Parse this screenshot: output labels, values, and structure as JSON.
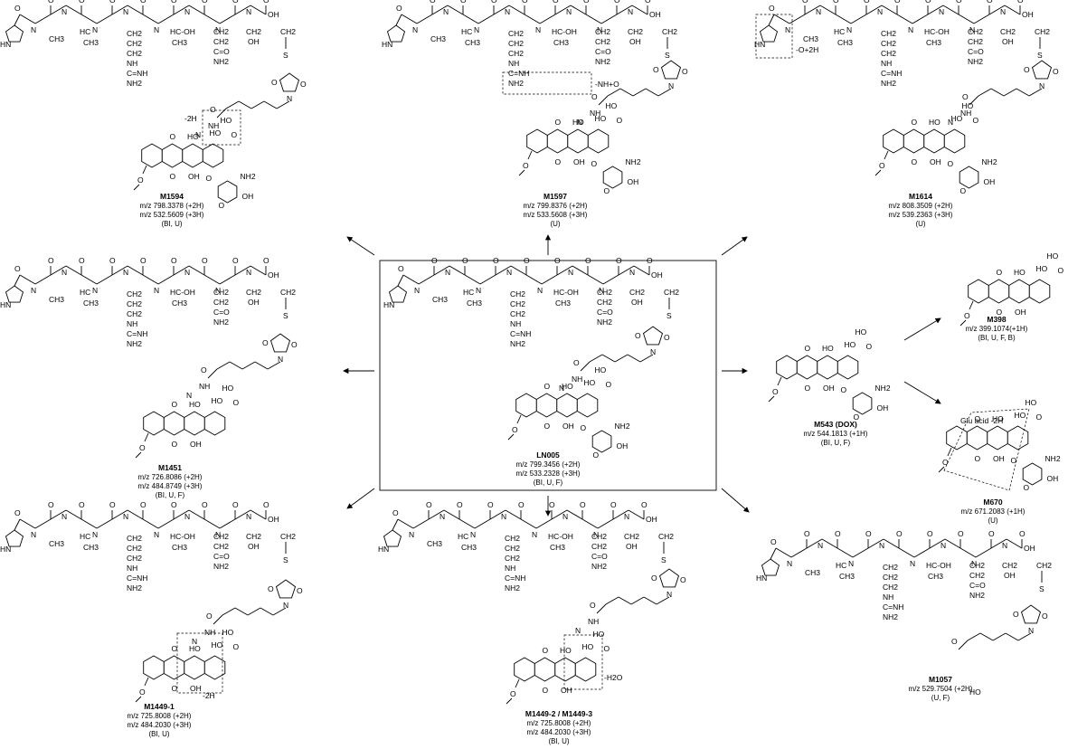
{
  "center": {
    "id": "LN005",
    "captions": [
      "m/z 799.3456 (+2H)",
      "m/z 533.2328 (+3H)",
      "(BI, U, F)"
    ]
  },
  "metabolites": [
    {
      "key": "m1594",
      "id": "M1594",
      "captions": [
        "m/z 798.3378 (+2H)",
        "m/z 532.5609 (+3H)",
        "(BI, U)"
      ],
      "note": "-2H"
    },
    {
      "key": "m1597",
      "id": "M1597",
      "captions": [
        "m/z 799.8376 (+2H)",
        "m/z 533.5608 (+3H)",
        "(U)"
      ],
      "note": "-NH+O"
    },
    {
      "key": "m1614",
      "id": "M1614",
      "captions": [
        "m/z 808.3509 (+2H)",
        "m/z 539.2363 (+3H)",
        "(U)"
      ],
      "note": "-O+2H"
    },
    {
      "key": "m1451",
      "id": "M1451",
      "captions": [
        "m/z 726.8086 (+2H)",
        "m/z 484.8749 (+3H)",
        "(BI, U, F)"
      ],
      "note": ""
    },
    {
      "key": "m543",
      "id": "M543 (DOX)",
      "captions": [
        "m/z 544.1813 (+1H)",
        "(BI, U, F)"
      ],
      "note": ""
    },
    {
      "key": "m398",
      "id": "M398",
      "captions": [
        "m/z 399.1074(+1H)",
        "(BI, U, F, B)"
      ],
      "note": ""
    },
    {
      "key": "m670",
      "id": "M670",
      "captions": [
        "m/z 671.2083 (+1H)",
        "(U)"
      ],
      "note": "Glu acid -2H"
    },
    {
      "key": "m1449_1",
      "id": "M1449-1",
      "captions": [
        "m/z 725.8008 (+2H)",
        "m/z 484.2030 (+3H)",
        "(BI, U)"
      ],
      "note": "-2H"
    },
    {
      "key": "m1449_23",
      "id": "M1449-2 / M1449-3",
      "captions": [
        "m/z 725.8008 (+2H)",
        "m/z 484.2030 (+3H)",
        "(BI, U)"
      ],
      "note": "-H2O"
    },
    {
      "key": "m1057",
      "id": "M1057",
      "captions": [
        "m/z 529.7504 (+2H)",
        "(U, F)"
      ],
      "note": ""
    }
  ],
  "atoms": {
    "oh": "OH",
    "cooh": "COOH",
    "o": "O",
    "hn": "HN",
    "n": "N",
    "nh": "NH",
    "ch3": "CH3",
    "ch2": "CH2",
    "hc": "HC",
    "nh2": "NH2",
    "cnh": "C=NH",
    "co": "C=O",
    "s": "S",
    "ho": "HO",
    "hch": "HC-OH"
  }
}
